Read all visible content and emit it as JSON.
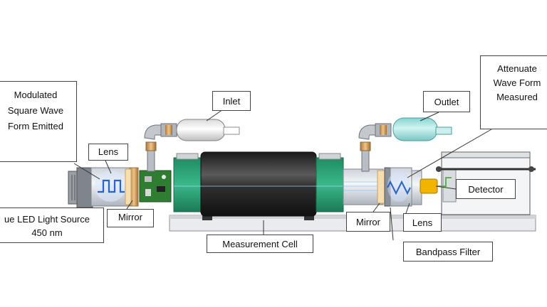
{
  "labels": {
    "modulated": [
      "Modulated",
      "Square Wave",
      "Form Emitted"
    ],
    "lens_left": "Lens",
    "light_source": [
      "ue LED Light Source",
      "450 nm"
    ],
    "mirror_left": "Mirror",
    "inlet": "Inlet",
    "measurement_cell": "Measurement Cell",
    "outlet": "Outlet",
    "attenuated": [
      "Attenuate",
      "Wave Form",
      "Measured"
    ],
    "detector": "Detector",
    "mirror_right": "Mirror",
    "lens_right": "Lens",
    "bandpass_filter": "Bandpass Filter"
  },
  "colors": {
    "cell_green": "#2a9a72",
    "cell_black": "#2c2c2c",
    "wave_blue": "#2a64c8",
    "detector_yellow": "#f2b400",
    "outlet_cyan": "#a6e4e2",
    "pcb_green": "#2f7d32",
    "lens_beige": "#f5deb0"
  }
}
